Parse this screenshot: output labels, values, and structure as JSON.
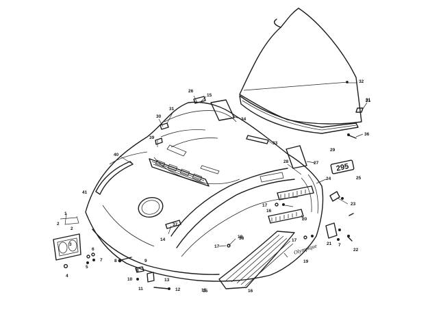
{
  "callouts": [
    {
      "id": "c1",
      "text": "1"
    },
    {
      "id": "c2a",
      "text": "2"
    },
    {
      "id": "c2b",
      "text": "2"
    },
    {
      "id": "c3",
      "text": "3"
    },
    {
      "id": "c4",
      "text": "4"
    },
    {
      "id": "c5",
      "text": "5"
    },
    {
      "id": "c6",
      "text": "6"
    },
    {
      "id": "c7a",
      "text": "7"
    },
    {
      "id": "c7b",
      "text": "7"
    },
    {
      "id": "c8a",
      "text": "8"
    },
    {
      "id": "c8b",
      "text": "8"
    },
    {
      "id": "c9",
      "text": "9"
    },
    {
      "id": "c10",
      "text": "10"
    },
    {
      "id": "c11",
      "text": "11"
    },
    {
      "id": "c12",
      "text": "12"
    },
    {
      "id": "c13",
      "text": "13"
    },
    {
      "id": "c14",
      "text": "14"
    },
    {
      "id": "c15a",
      "text": "15"
    },
    {
      "id": "c15b",
      "text": "15"
    },
    {
      "id": "c16a",
      "text": "16"
    },
    {
      "id": "c16b",
      "text": "16"
    },
    {
      "id": "c17a",
      "text": "17"
    },
    {
      "id": "c17b",
      "text": "17"
    },
    {
      "id": "c17c",
      "text": "17"
    },
    {
      "id": "c18",
      "text": "18"
    },
    {
      "id": "c19",
      "text": "19"
    },
    {
      "id": "c20",
      "text": "20"
    },
    {
      "id": "c21a",
      "text": "21"
    },
    {
      "id": "c21b",
      "text": "21"
    },
    {
      "id": "c22",
      "text": "22"
    },
    {
      "id": "c23",
      "text": "23"
    },
    {
      "id": "c24",
      "text": "24"
    },
    {
      "id": "c25",
      "text": "25"
    },
    {
      "id": "c26",
      "text": "26"
    },
    {
      "id": "c27",
      "text": "27"
    },
    {
      "id": "c28",
      "text": "28"
    },
    {
      "id": "c29",
      "text": "29"
    },
    {
      "id": "c30",
      "text": "30"
    },
    {
      "id": "c31a",
      "text": "31"
    },
    {
      "id": "c31b",
      "text": "31"
    },
    {
      "id": "c32",
      "text": "32"
    },
    {
      "id": "c33",
      "text": "33"
    },
    {
      "id": "c34",
      "text": "34"
    },
    {
      "id": "c35",
      "text": "35"
    },
    {
      "id": "c36",
      "text": "36"
    },
    {
      "id": "c37",
      "text": "37"
    },
    {
      "id": "c38",
      "text": "38"
    },
    {
      "id": "c39",
      "text": "39"
    },
    {
      "id": "c40",
      "text": "40"
    },
    {
      "id": "c41",
      "text": "41"
    }
  ],
  "decals": {
    "model_badge": "295",
    "side_script": "Olympique"
  }
}
